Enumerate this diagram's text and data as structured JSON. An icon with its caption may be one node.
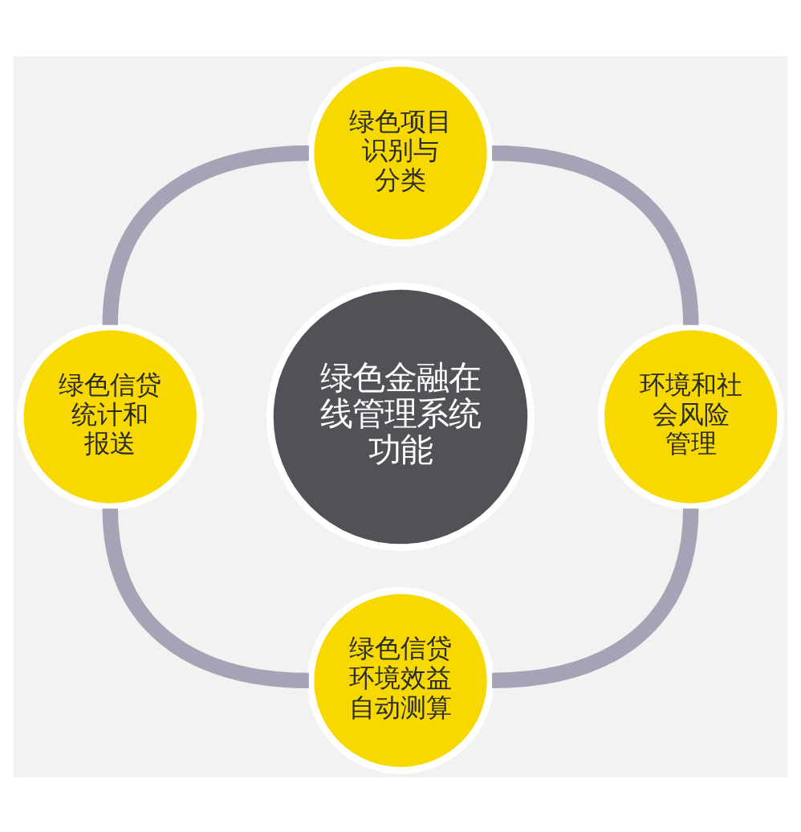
{
  "diagram": {
    "nodes": [
      {
        "text": [
          "绿色项目识别与分类"
        ]
      },
      {
        "text": [
          "绿色信贷统计和报送"
        ]
      },
      {
        "text": [
          "绿色金融在线管理系统功能"
        ]
      },
      {
        "text": [
          "环境和社会风险管理"
        ]
      },
      {
        "text": [
          "绿色信贷环境效益自动测算"
        ]
      }
    ],
    "edges": [
      {
        "from": 0,
        "to": 3,
        "arrow": "none"
      },
      {
        "from": 3,
        "to": 4,
        "arrow": "none"
      },
      {
        "from": 4,
        "to": 1,
        "arrow": "none"
      },
      {
        "from": 1,
        "to": 0,
        "arrow": "none"
      }
    ]
  }
}
